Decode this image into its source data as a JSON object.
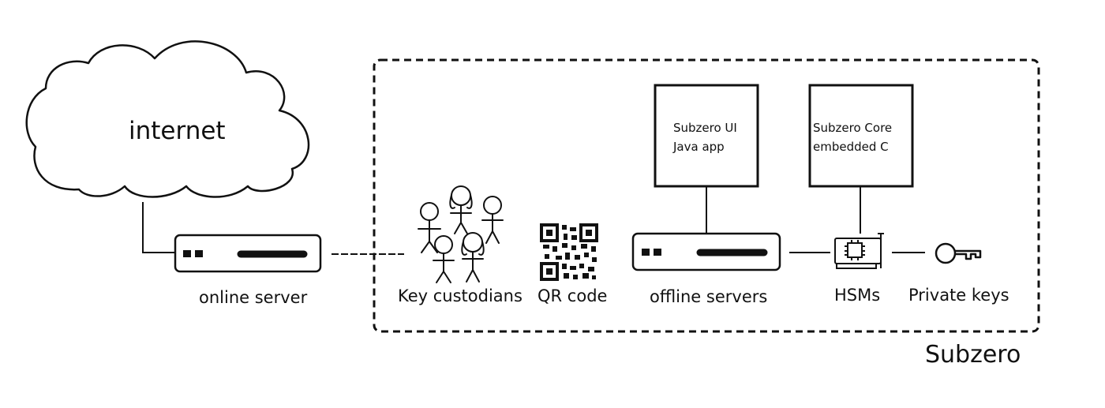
{
  "diagram": {
    "cloud": {
      "label": "internet"
    },
    "online_server": {
      "label": "online server"
    },
    "key_custodians": {
      "label": "Key custodians"
    },
    "qr_code": {
      "label": "QR code"
    },
    "offline_servers": {
      "label": "offline servers"
    },
    "hsms": {
      "label": "HSMs"
    },
    "private_keys": {
      "label": "Private keys"
    },
    "subzero_ui_box": {
      "line1": "Subzero UI",
      "line2": "Java app"
    },
    "subzero_core_box": {
      "line1": "Subzero Core",
      "line2": "embedded C"
    },
    "boundary": {
      "label": "Subzero"
    }
  }
}
